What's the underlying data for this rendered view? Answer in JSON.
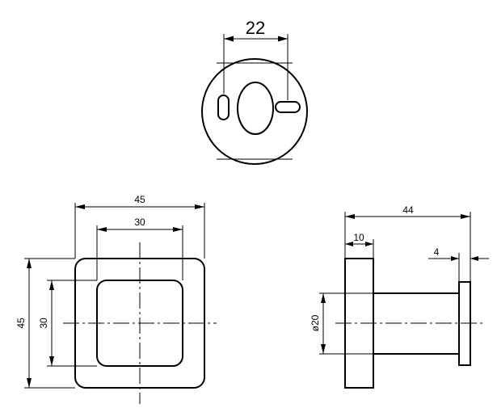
{
  "top_view": {
    "dim_slot_spacing": "22"
  },
  "front_view": {
    "dim_outer_width": "45",
    "dim_inner_width": "30",
    "dim_outer_height": "45",
    "dim_inner_height": "30"
  },
  "side_view": {
    "dim_total_length": "44",
    "dim_base_thickness": "10",
    "dim_cap_thickness": "4",
    "dim_shaft_diameter": "ø20"
  }
}
